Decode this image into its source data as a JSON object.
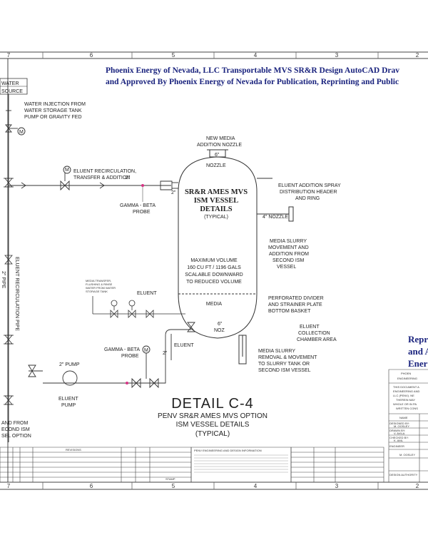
{
  "header": {
    "line1": "Phoenix Energy of Nevada, LLC Transportable MVS SR&R Design AutoCAD Drav",
    "line2": "and Approved By Phoenix Energy of Nevada for Publication, Reprinting and Public"
  },
  "columns": [
    "7",
    "6",
    "5",
    "4",
    "3",
    "2"
  ],
  "labels": {
    "water_source_1": "WATER",
    "water_source_2": "SOURCE",
    "water_injection_1": "WATER INJECTION FROM",
    "water_injection_2": "WATER STORAGE TANK",
    "water_injection_3": "PUMP OR GRAVITY FED",
    "eluent_recirc_1": "ELUENT RECIRCULATION,",
    "eluent_recirc_2": "TRANSFER & ADDITION",
    "size_2in": "2\"",
    "gamma_beta_1": "GAMMA - BETA",
    "gamma_beta_2": "PROBE",
    "new_media_1": "NEW MEDIA",
    "new_media_2": "ADDITION NOZZLE",
    "size_6in": "6\"",
    "nozzle": "NOZZLE",
    "vessel_1": "SR&R AMES MVS",
    "vessel_2": "ISM VESSEL",
    "vessel_3": "DETAILS",
    "vessel_4": "(TYPICAL)",
    "spray_1": "ELUENT ADDITION SPRAY",
    "spray_2": "DISTRIBUTION HEADER",
    "spray_3": "AND RING",
    "nozzle_4in": "4\" NOZZLE",
    "slurry_1": "MEDIA SLURRY",
    "slurry_2": "MOVEMENT AND",
    "slurry_3": "ADDITION FROM",
    "slurry_4": "SECOND ISM",
    "slurry_5": "VESSEL",
    "maxvol_1": "MAXIMUM VOLUME",
    "maxvol_2": "160 CU FT / 1196 GALS",
    "maxvol_3": "SCALABLE DOWNWARD",
    "maxvol_4": "TO REDUCED VOLUME",
    "media_transfer_1": "MEDIA TRANSFER,",
    "media_transfer_2": "FLUSHING & RINSE",
    "media_transfer_3": "WATER FROM WATER",
    "media_transfer_4": "STORAGE TANK",
    "eluent": "ELUENT",
    "media": "MEDIA",
    "perforated_1": "PERFORATED DIVIDER",
    "perforated_2": "AND STRAINER PLATE",
    "perforated_3": "BOTTOM BASKET",
    "noz6_1": "6\"",
    "noz6_2": "NOZ",
    "eluent_coll_1": "ELUENT",
    "eluent_coll_2": "COLLECTION",
    "eluent_coll_3": "CHAMBER AREA",
    "slurry_rem_1": "MEDIA SLURRY",
    "slurry_rem_2": "REMOVAL & MOVEMENT",
    "slurry_rem_3": "TO SLURRY TANK OR",
    "slurry_rem_4": "SECOND ISM VESSEL",
    "gamma_beta2_1": "GAMMA - BETA",
    "gamma_beta2_2": "PROBE",
    "pump_2in": "2\" PUMP",
    "eluent_pump_1": "ELUENT",
    "eluent_pump_2": "PUMP",
    "recirc_pipe": "ELUENT RECIRCULATION PIPE",
    "pipe_2in": "2\" PIPE",
    "from_ism_1": "AND FROM",
    "from_ism_2": "ECOND ISM",
    "from_ism_3": "SEL OPTION",
    "revisions": "REVISIONS",
    "stamp": "STAMP",
    "design_authority": "DESIGN AUTHORITY"
  },
  "detail": {
    "title": "DETAIL C-4",
    "sub1": "PENV SR&R AMES MVS OPTION",
    "sub2": "ISM VESSEL DETAILS",
    "sub3": "(TYPICAL)"
  },
  "side_text": {
    "line1": "Repr",
    "line2": "and A",
    "line3": "Ener"
  },
  "title_block": {
    "phoenix": "PHOEN",
    "engineering": "ENGINEERING",
    "doc_1": "THIS DOCUMENT A",
    "doc_2": "ENGINEERING AND",
    "doc_3": "LLC (PENV). NE",
    "doc_4": "THEREIN MAY",
    "doc_5": "WHOLE OR IN PA",
    "doc_6": "WRITTEN CONS",
    "name": "NAME",
    "designed_by": "DESIGNED BY:",
    "drawn_by": "DRAWN BY:",
    "checked_by": "CHECKED BY:",
    "engineer": "ENGINEER",
    "m_oosley": "M. OOSLEY",
    "v_avila": "V. AVILA",
    "k_aml": "K. AML",
    "m_oosley2": "M. OOSLEY",
    "penv_info": "PENV ENGINEERING AND DESIGN INFORMATION"
  }
}
